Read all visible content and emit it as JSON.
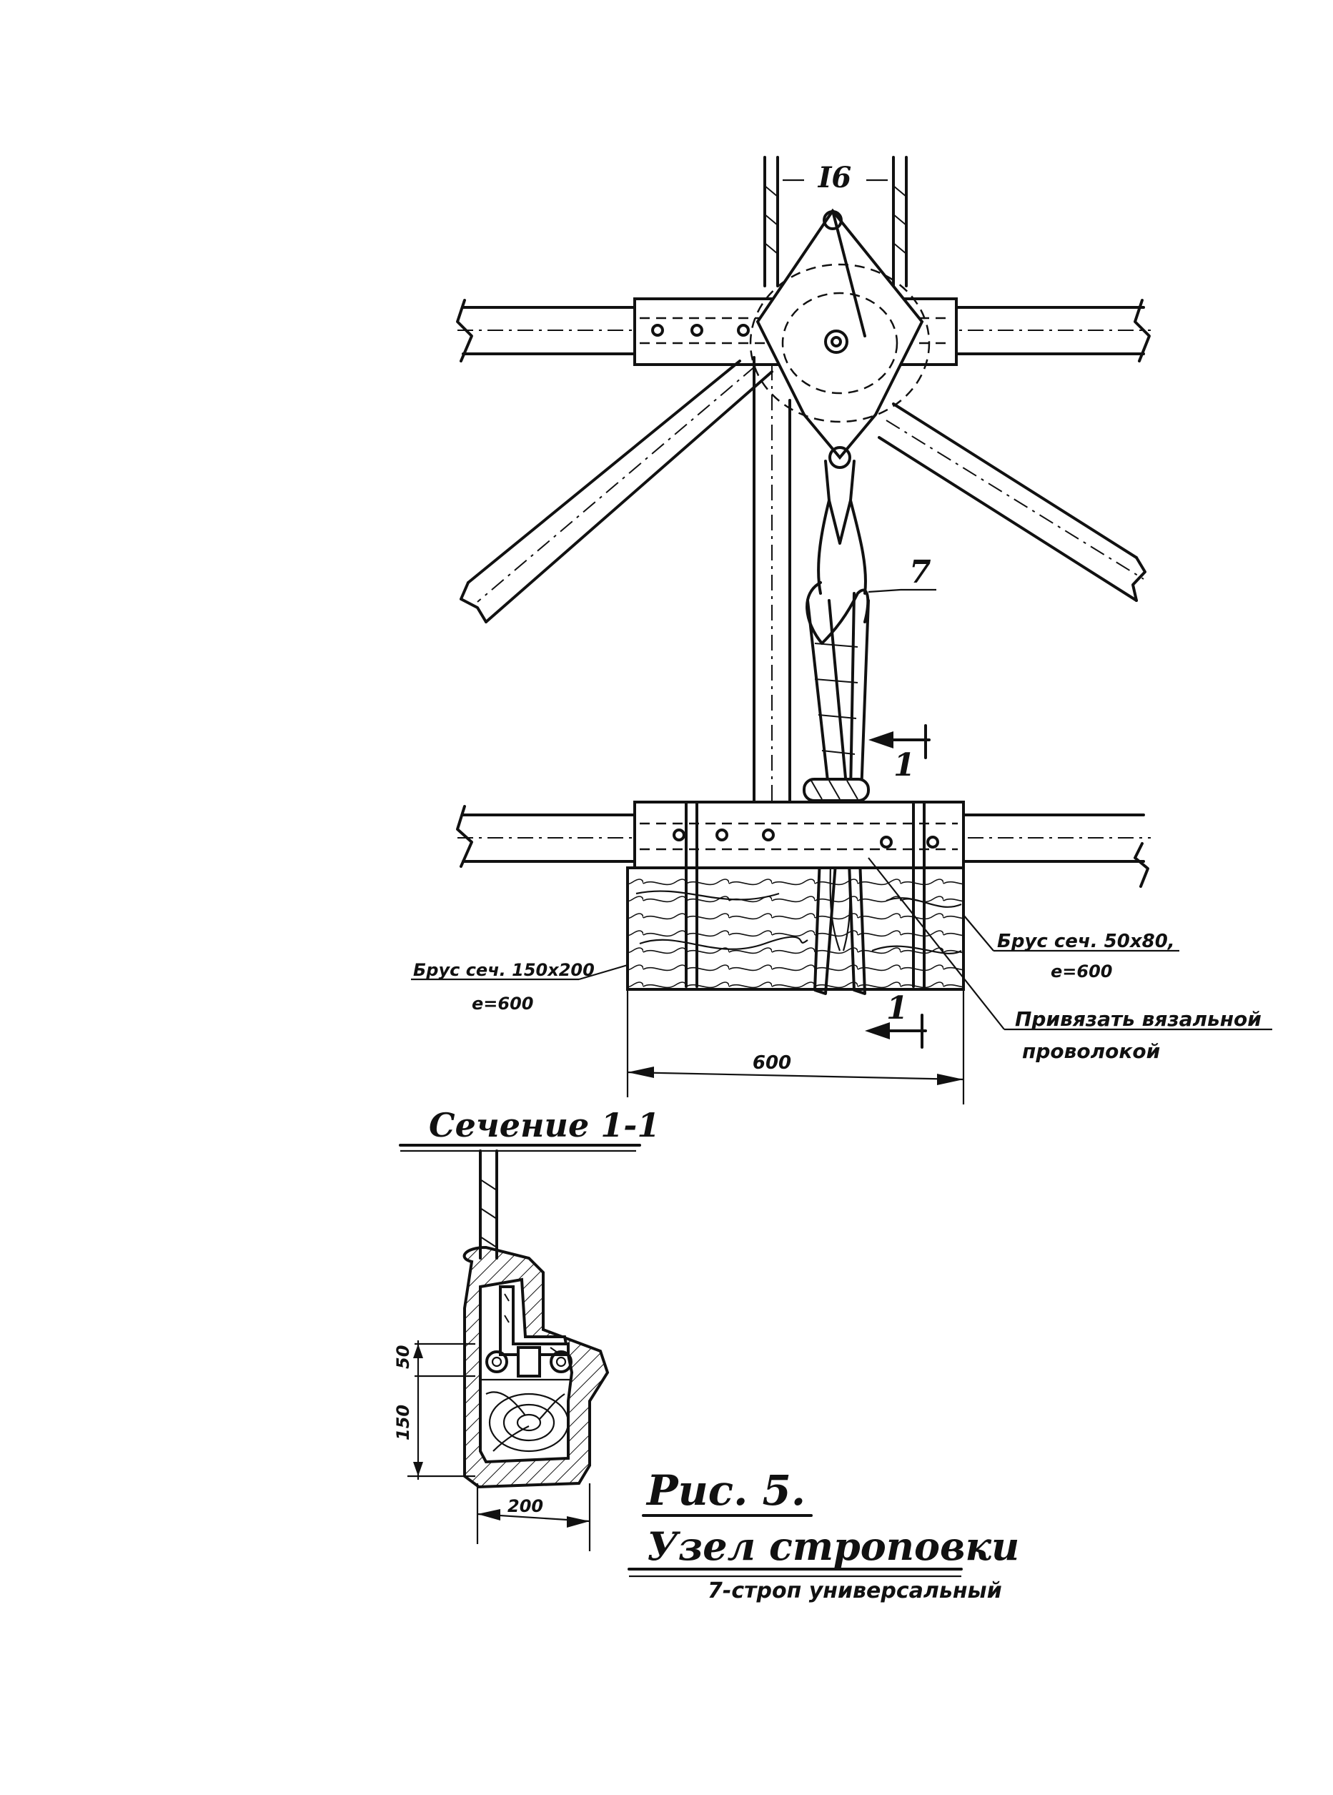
{
  "drawing": {
    "gap_dimension": "I6",
    "position_marker": "7",
    "section_mark_top": "1",
    "section_mark_bottom": "1",
    "beam_left_label": "Брус сеч. 150х200",
    "beam_left_spacing": "е=600",
    "beam_right_label": "Брус сеч. 50х80,",
    "beam_right_spacing": "е=600",
    "tie_note_line1": "Привязать вязальной",
    "tie_note_line2": "проволокой",
    "width_dimension": "600"
  },
  "section": {
    "title": "Сечение 1-1",
    "dim_small": "50",
    "dim_height": "150",
    "dim_width": "200"
  },
  "caption": {
    "figure": "Рис.  5.",
    "title": "Узел строповки",
    "subtitle": "7-строп универсальный"
  }
}
